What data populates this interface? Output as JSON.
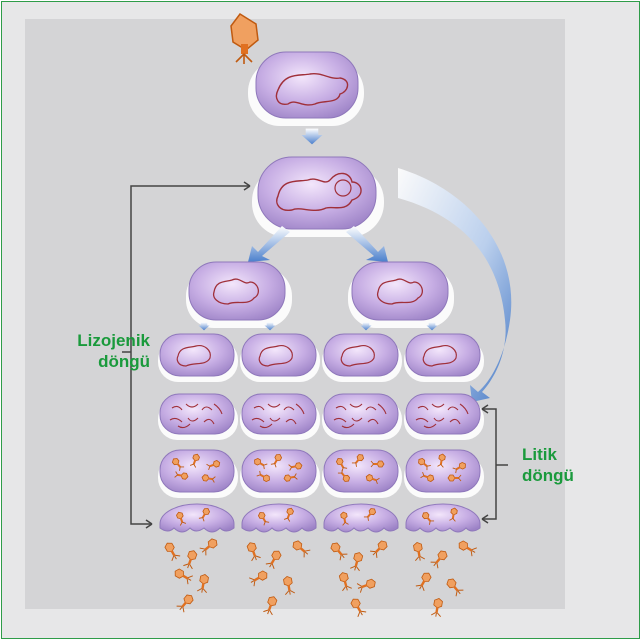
{
  "labels": {
    "lysogenic_line1": "Lizojenik",
    "lysogenic_line2": "döngü",
    "lytic_line1": "Litik",
    "lytic_line2": "döngü"
  },
  "colors": {
    "frame_border": "#2e9c48",
    "label_green": "#1a9a3c",
    "cell_purple": "#b39ad6",
    "dna_red": "#a0303a",
    "phage_orange": "#e07020",
    "arrow_blue": "#4a80c8"
  },
  "icons": {
    "phage": "phage-icon",
    "bacterium": "bacterium-cell-icon"
  }
}
